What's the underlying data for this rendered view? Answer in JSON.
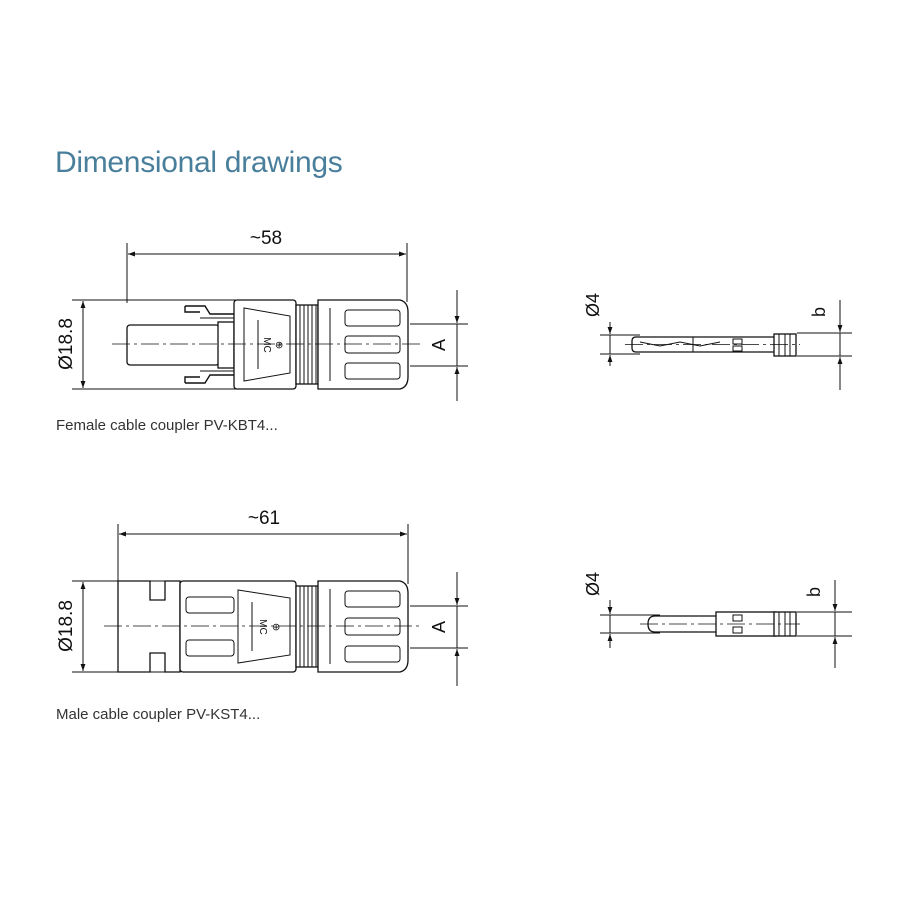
{
  "heading": "Dimensional drawings",
  "female": {
    "caption": "Female cable coupler PV-KBT4...",
    "length_label": "~58",
    "diameter_label": "Ø18.8",
    "a_label": "A",
    "pin_diameter_label": "Ø4",
    "b_label": "b",
    "marking": "MC"
  },
  "male": {
    "caption": "Male cable coupler PV-KST4...",
    "length_label": "~61",
    "diameter_label": "Ø18.8",
    "a_label": "A",
    "pin_diameter_label": "Ø4",
    "b_label": "b",
    "marking": "MC"
  }
}
